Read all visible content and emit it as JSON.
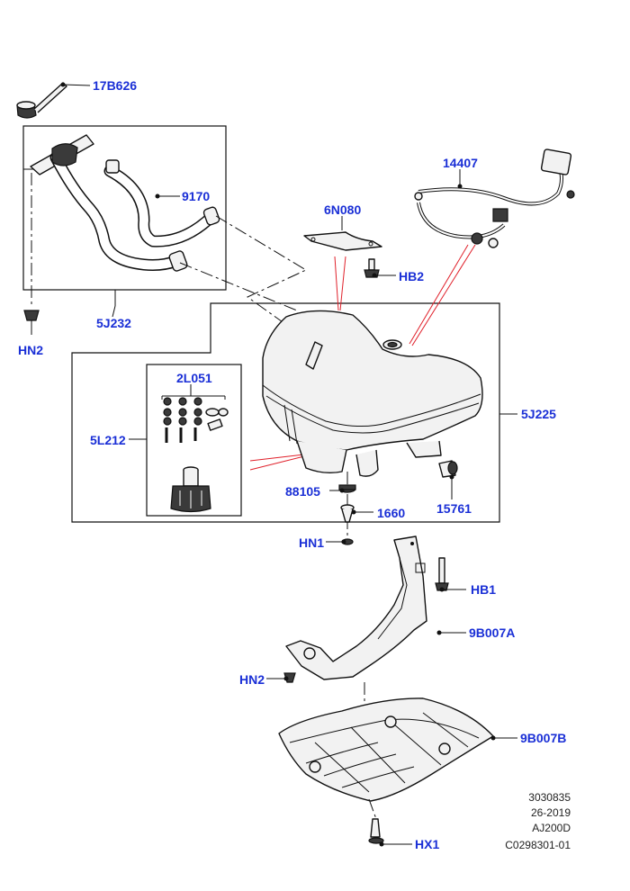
{
  "colors": {
    "callout": "#1a2fd6",
    "linework": "#111111",
    "highlight_lines": "#e0202a",
    "background": "#ffffff"
  },
  "callouts": {
    "c17b626": "17B626",
    "c14407": "14407",
    "c9170": "9170",
    "c6n080": "6N080",
    "chb2": "HB2",
    "c5j232": "5J232",
    "chn2_top": "HN2",
    "c2l051": "2L051",
    "c5j225": "5J225",
    "c5l212": "5L212",
    "c88105": "88105",
    "c1660": "1660",
    "c15761": "15761",
    "chn1": "HN1",
    "chb1": "HB1",
    "c9b007a": "9B007A",
    "chn2_bottom": "HN2",
    "c9b007b": "9B007B",
    "chx1": "HX1"
  },
  "footer": {
    "line1": "3030835",
    "line2": "26-2019",
    "line3": "AJ200D",
    "line4": "C0298301-01"
  }
}
